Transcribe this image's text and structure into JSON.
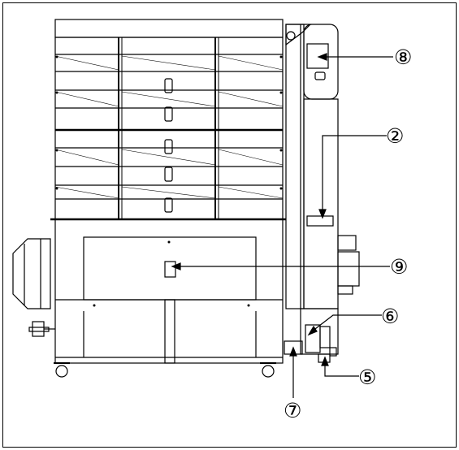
{
  "callouts": {
    "c2": "②",
    "c5": "⑤",
    "c6": "⑥",
    "c7": "⑦",
    "c8": "⑧",
    "c9": "⑨"
  },
  "colors": {
    "line": "#000000",
    "background": "#ffffff"
  }
}
